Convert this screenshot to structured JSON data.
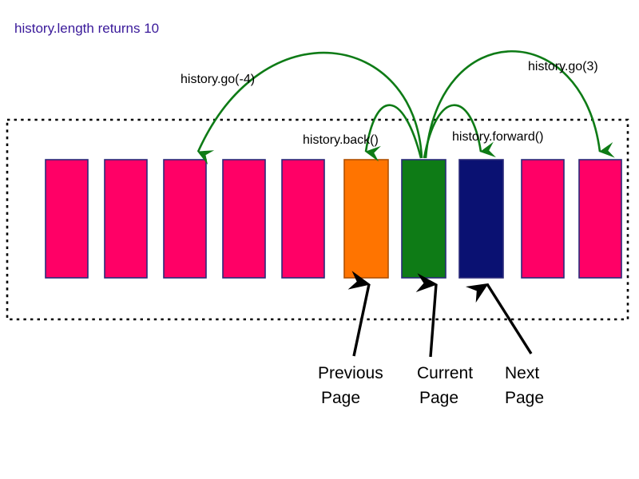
{
  "title": {
    "text": "history.length returns 10",
    "color": "#3a1a9a"
  },
  "history_stack": {
    "border_style": "dotted",
    "border_color": "#000000",
    "entry_count": 10,
    "entries": [
      {
        "index": 0,
        "name": "history-entry-0",
        "color": "#FF0066",
        "role": "past"
      },
      {
        "index": 1,
        "name": "history-entry-1",
        "color": "#FF0066",
        "role": "past"
      },
      {
        "index": 2,
        "name": "history-entry-2",
        "color": "#FF0066",
        "role": "past"
      },
      {
        "index": 3,
        "name": "history-entry-3",
        "color": "#FF0066",
        "role": "past"
      },
      {
        "index": 4,
        "name": "history-entry-4",
        "color": "#FF0066",
        "role": "past"
      },
      {
        "index": 5,
        "name": "history-entry-5",
        "color": "#FF7400",
        "role": "previous"
      },
      {
        "index": 6,
        "name": "history-entry-6",
        "color": "#0E7B16",
        "role": "current"
      },
      {
        "index": 7,
        "name": "history-entry-7",
        "color": "#0A1172",
        "role": "next"
      },
      {
        "index": 8,
        "name": "history-entry-8",
        "color": "#FF0066",
        "role": "future"
      },
      {
        "index": 9,
        "name": "history-entry-9",
        "color": "#FF0066",
        "role": "future"
      }
    ],
    "entry_border_color": "#2a2a7a"
  },
  "navigation_labels": {
    "go_back_four": "history.go(-4)",
    "back": "history.back()",
    "forward": "history.forward()",
    "go_forward_three": "history.go(3)",
    "arrow_color": "#0E7B16"
  },
  "page_callouts": [
    {
      "line1": "Previous",
      "line2": "Page",
      "target_index": 5
    },
    {
      "line1": "Current",
      "line2": "Page",
      "target_index": 6
    },
    {
      "line1": "Next",
      "line2": "Page",
      "target_index": 7
    }
  ],
  "callout_arrow_color": "#000000"
}
